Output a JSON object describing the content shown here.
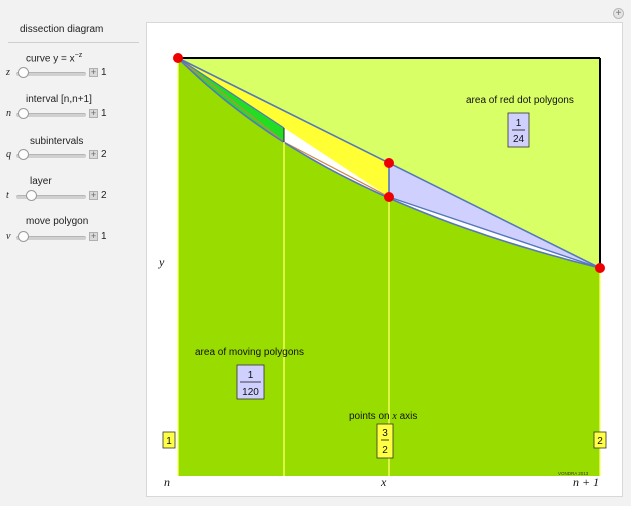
{
  "panel": {
    "title": "dissection diagram",
    "controls": [
      {
        "label": "curve  y = x",
        "label_sup": "−z",
        "var": "z",
        "value": "1",
        "fraction": 0.0
      },
      {
        "label": "interval  [n,n+1]",
        "label_sup": "",
        "var": "n",
        "value": "1",
        "fraction": 0.0
      },
      {
        "label": "subintervals",
        "label_sup": "",
        "var": "q",
        "value": "2",
        "fraction": 0.0
      },
      {
        "label": "layer",
        "label_sup": "",
        "var": "t",
        "value": "2",
        "fraction": 0.12
      },
      {
        "label": "move polygon",
        "label_sup": "",
        "var": "v",
        "value": "1",
        "fraction": 0.0
      }
    ]
  },
  "plot": {
    "y_axis_label": "y",
    "x_axis_labels": {
      "left": "n",
      "mid": "x",
      "right": "n + 1"
    },
    "red_area_label": "area of red dot polygons",
    "red_area_value": {
      "num": "1",
      "den": "24"
    },
    "moving_area_label": "area of moving polygons",
    "moving_area_value": {
      "num": "1",
      "den": "120"
    },
    "points_label_prefix": "points on ",
    "points_label_var": "x",
    "points_label_suffix": " axis",
    "point_left": "1",
    "point_mid": {
      "num": "3",
      "den": "2"
    },
    "point_right": "2",
    "credit": "VONDRA 2013",
    "colors": {
      "light_green": "#d9ff66",
      "dark_green": "#99dd00",
      "yellow": "#ffff33",
      "lavender": "#d0d0ff",
      "bright_green": "#22dd22",
      "red": "#ee0000",
      "blue_edge": "#5577bb",
      "label_box": "#ffff44"
    }
  }
}
